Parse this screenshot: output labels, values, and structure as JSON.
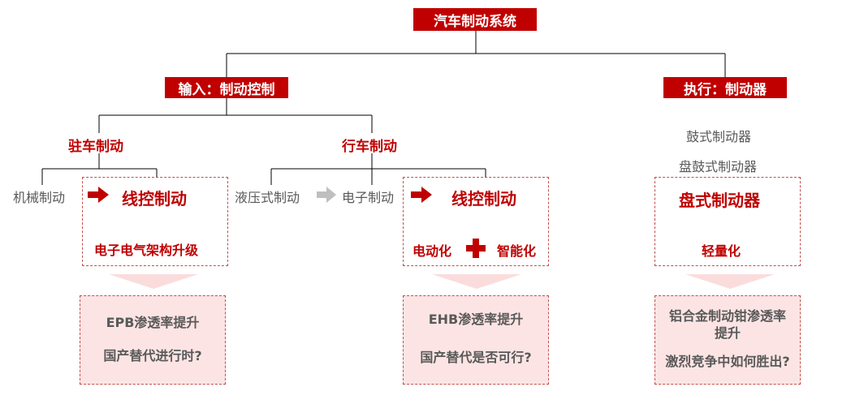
{
  "root": {
    "title": "汽车制动系统"
  },
  "input_branch": {
    "title": "输入：制动控制",
    "parking": {
      "label": "驻车制动",
      "mechanical": "机械制动",
      "box": {
        "title": "线控制动",
        "subtitle": "电子电气架构升级"
      },
      "insight": {
        "line1": "EPB渗透率提升",
        "line2": "国产替代进行时?"
      }
    },
    "service": {
      "label": "行车制动",
      "hydraulic": "液压式制动",
      "electronic": "电子制动",
      "box": {
        "title": "线控制动",
        "left": "电动化",
        "right": "智能化"
      },
      "insight": {
        "line1": "EHB渗透率提升",
        "line2": "国产替代是否可行?"
      }
    }
  },
  "exec_branch": {
    "title": "执行：制动器",
    "drum": "鼓式制动器",
    "disc_drum": "盘鼓式制动器",
    "box": {
      "title": "盘式制动器",
      "subtitle": "轻量化"
    },
    "insight": {
      "line1": "铝合金制动钳渗透率提升",
      "line2": "激烈竞争中如何胜出?"
    }
  },
  "colors": {
    "accent": "#c00000",
    "pink": "#fde4e4",
    "grey_text": "#595959"
  }
}
